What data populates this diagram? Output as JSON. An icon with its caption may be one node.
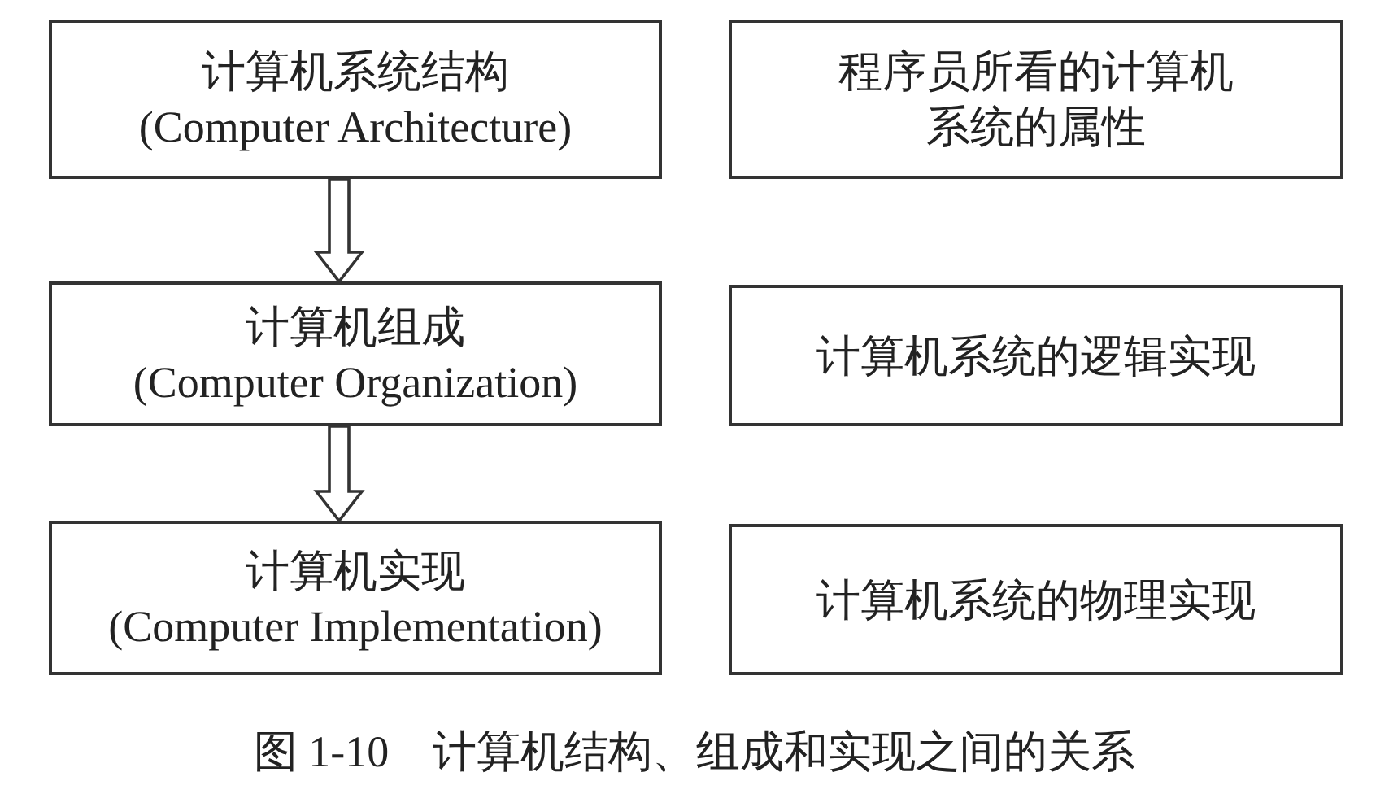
{
  "diagram": {
    "caption": "图 1-10　计算机结构、组成和实现之间的关系",
    "nodes": [
      {
        "text": [
          "计算机系统结构",
          "(Computer Architecture)"
        ]
      },
      {
        "text": [
          "程序员所看的计算机系统的属性"
        ]
      },
      {
        "text": [
          "计算机组成",
          "(Computer Organization)"
        ]
      },
      {
        "text": [
          "计算机系统的逻辑实现"
        ]
      },
      {
        "text": [
          "计算机实现",
          "(Computer Implementation)"
        ]
      },
      {
        "text": [
          "计算机系统的物理实现"
        ]
      }
    ],
    "edges": [
      {
        "from": 0,
        "to": 2,
        "arrow": "to"
      },
      {
        "from": 2,
        "to": 4,
        "arrow": "to"
      }
    ]
  }
}
